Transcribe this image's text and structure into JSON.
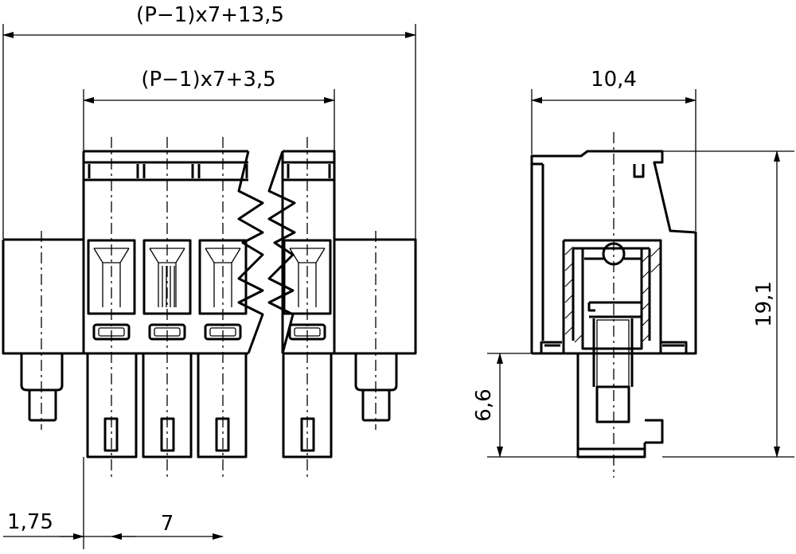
{
  "drawing": {
    "front_view": {
      "overall_width": "(P−1)x7+13,5",
      "inner_width": "(P−1)x7+3,5",
      "edge_to_pin": "1,75",
      "pitch": "7"
    },
    "side_view": {
      "depth": "10,4",
      "height": "19,1",
      "pin_length": "6,6"
    }
  }
}
